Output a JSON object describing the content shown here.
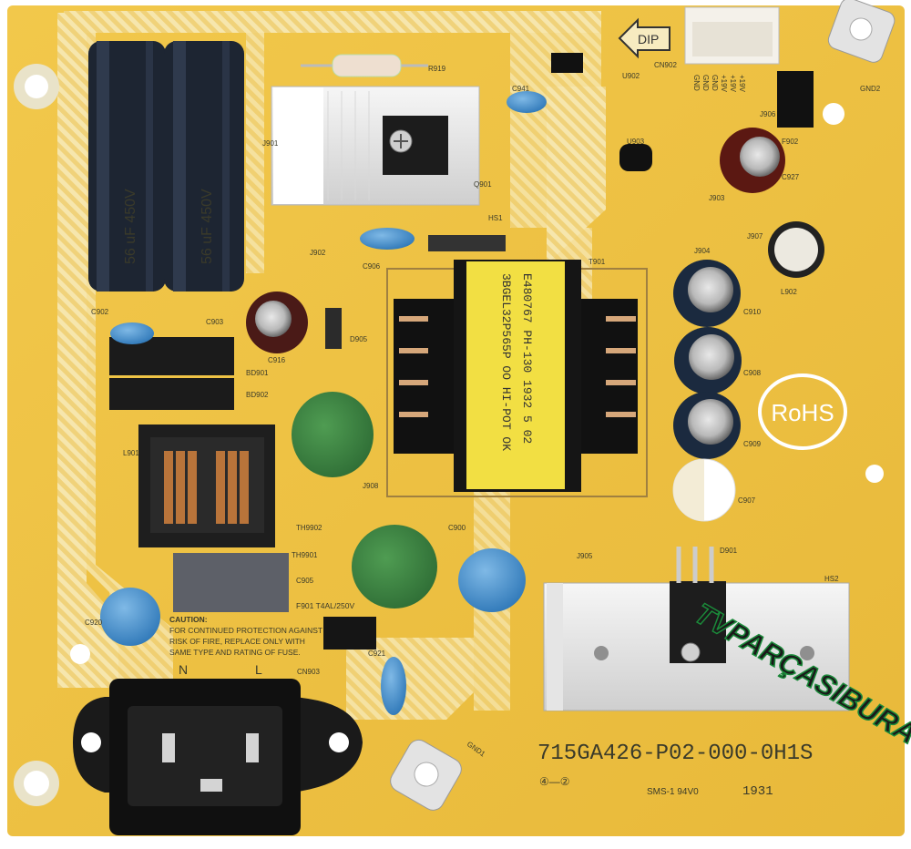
{
  "board": {
    "part_number": "715GA426-P02-000-0H1S",
    "rohs": "RoHS",
    "watermark": "TVPARÇASIBURA",
    "dip_label": "DIP",
    "date_code": "1931",
    "bottom_marks": "SMS-1 94V0",
    "circled_numbers": "④—②",
    "caution_title": "CAUTION:",
    "caution_text": [
      "FOR CONTINUED PROTECTION AGAINST",
      "RISK OF FIRE, REPLACE ONLY WITH",
      "SAME TYPE AND RATING OF FUSE."
    ],
    "fuse_label": "F901 T4AL/250V",
    "nl_marks": [
      "N",
      "L"
    ],
    "transformer_text": [
      "3BGEL32P565P  OO HI-POT OK",
      "E480767 PH-130  1932 5 02"
    ],
    "cap_text": "56 uF 450V",
    "pin_labels": [
      "GND",
      "GND",
      "GND",
      "+19V",
      "+19V",
      "+19V"
    ]
  },
  "refdes": {
    "r919": "R919",
    "c941": "C941",
    "u902": "U902",
    "cn902": "CN902",
    "gnd2": "GND2",
    "gnd1": "GND1",
    "hs1": "HS1",
    "hs2": "HS2",
    "q901": "Q901",
    "j901": "J901",
    "j902": "J902",
    "c906": "C906",
    "c902": "C902",
    "c903": "C903",
    "c916": "C916",
    "d905": "D905",
    "bd901": "BD901",
    "bd902": "BD902",
    "l901": "L901",
    "j908": "J908",
    "th9902": "TH9902",
    "th9901": "TH9901",
    "c905": "C905",
    "c920": "C920",
    "c900": "C900",
    "j905": "J905",
    "d901": "D901",
    "c921": "C921",
    "cn903": "CN903",
    "t901": "T901",
    "j904": "J904",
    "j907": "J907",
    "l902": "L902",
    "j903": "J903",
    "c927": "C927",
    "u903": "U903",
    "f902": "F902",
    "j906": "J906",
    "c907": "C907",
    "c910": "C910",
    "c908": "C908",
    "c909": "C909"
  }
}
